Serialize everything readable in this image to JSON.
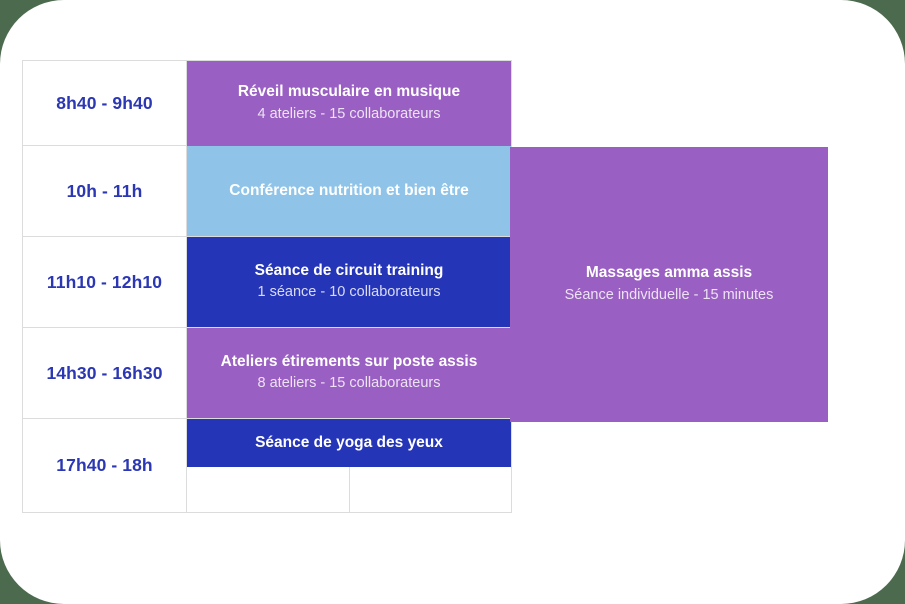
{
  "theme": {
    "page_background": "#4c6b4e",
    "card_background": "#ffffff",
    "grid_border": "#dcdcdc",
    "time_text": "#2b37b3",
    "purple": "#9a5fc2",
    "light_blue": "#8fc4e8",
    "dark_blue": "#2535b8"
  },
  "schedule": {
    "rows": [
      {
        "time": "8h40 - 9h40",
        "event": {
          "title": "Réveil musculaire en musique",
          "subtitle": "4 ateliers - 15 collaborateurs",
          "color": "#9a5fc2"
        }
      },
      {
        "time": "10h - 11h",
        "event": {
          "title": "Conférence nutrition et bien être",
          "subtitle": "",
          "color": "#8fc4e8"
        }
      },
      {
        "time": "11h10 - 12h10",
        "event": {
          "title": "Séance de circuit training",
          "subtitle": "1 séance - 10 collaborateurs",
          "color": "#2535b8"
        }
      },
      {
        "time": "14h30 - 16h30",
        "event": {
          "title": "Ateliers étirements sur poste assis",
          "subtitle": "8 ateliers - 15 collaborateurs",
          "color": "#9a5fc2"
        }
      },
      {
        "time": "17h40 - 18h",
        "event": {
          "title": "Séance de yoga des yeux",
          "subtitle": "",
          "color": "#2535b8"
        }
      }
    ]
  },
  "side_panel": {
    "title": "Massages amma assis",
    "subtitle": "Séance individuelle - 15 minutes",
    "color": "#9a5fc2"
  }
}
